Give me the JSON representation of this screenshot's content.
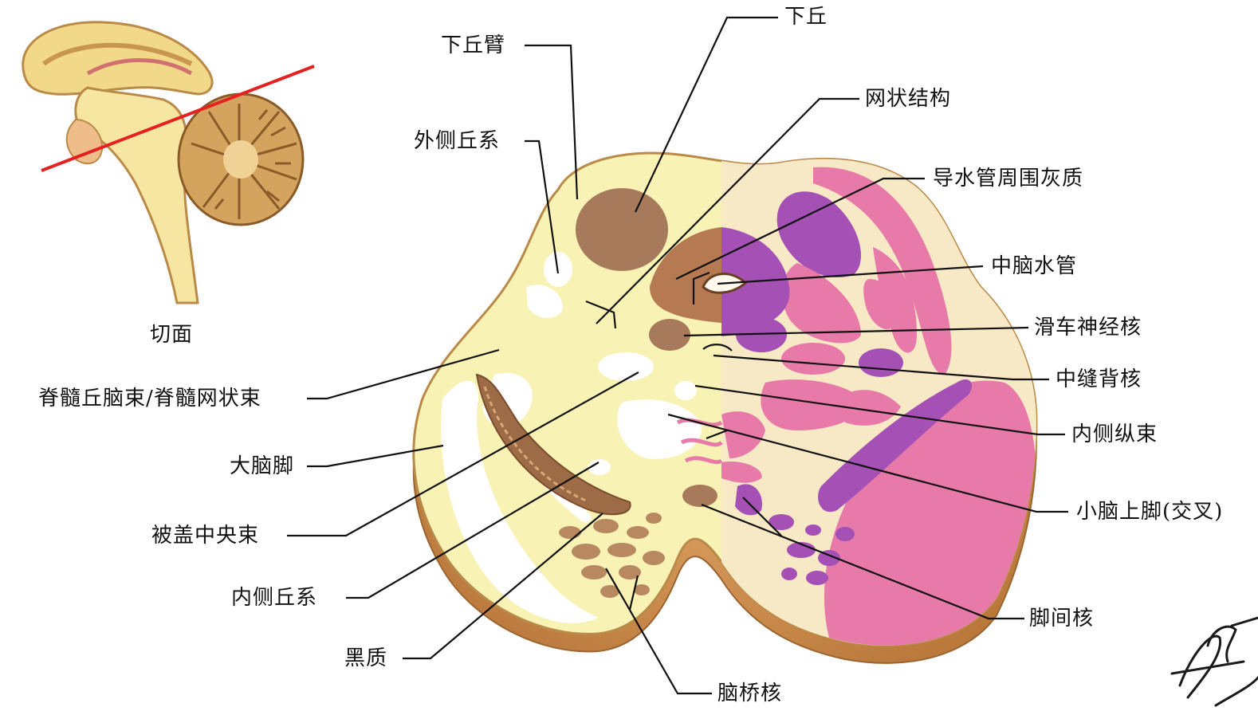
{
  "inset": {
    "caption": "切面"
  },
  "labels": {
    "inferior_colliculus": "下丘",
    "brachium_inf_colliculus": "下丘臂",
    "reticular_formation": "网状结构",
    "lateral_lemniscus": "外侧丘系",
    "periaqueductal_gray": "导水管周围灰质",
    "cerebral_aqueduct": "中脑水管",
    "trochlear_nucleus": "滑车神经核",
    "dorsal_raphe_nucleus": "中缝背核",
    "spinothalamic_tract": "脊髓丘脑束/脊髓网状束",
    "medial_longitudinal_fasciculus": "内侧纵束",
    "cerebral_peduncle": "大脑脚",
    "superior_cerebellar_peduncle": "小脑上脚(交叉)",
    "central_tegmental_tract": "被盖中央束",
    "medial_lemniscus": "内侧丘系",
    "interpeduncular_nucleus": "脚间核",
    "substantia_nigra": "黑质",
    "pontine_nuclei": "脑桥核"
  },
  "colors": {
    "section_fill": "#f8f2b4",
    "section_rim": "#c98a45",
    "pink_tracts": "#e77aa8",
    "purple_nuclei": "#a550b5",
    "brown_nuclei": "#a87a5c",
    "cut_line": "#e52020",
    "leader_lines": "#111111"
  }
}
